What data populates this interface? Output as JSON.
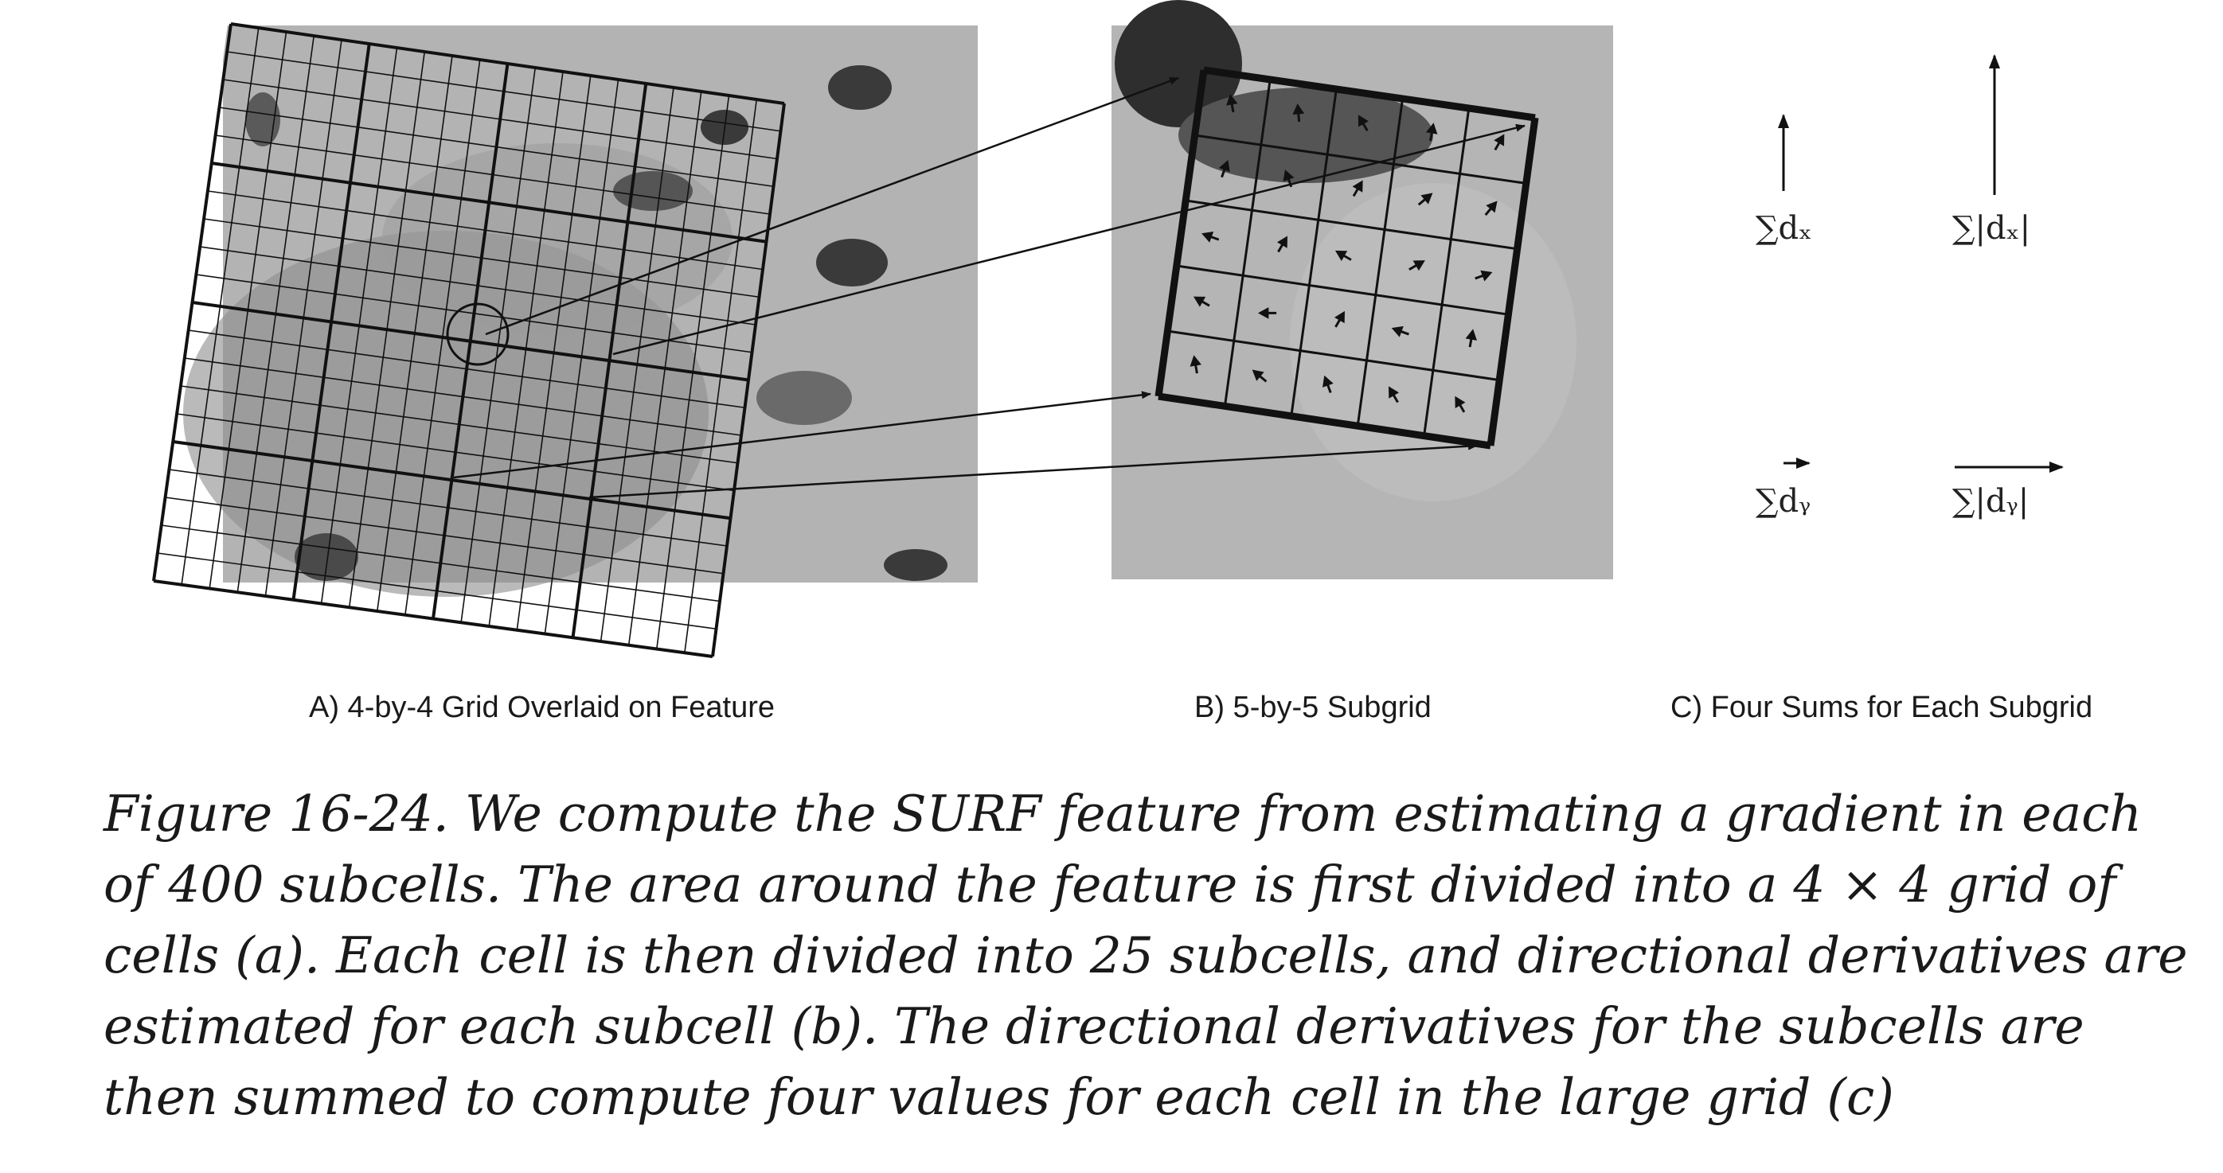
{
  "panels": {
    "a_label": "A) 4-by-4 Grid Overlaid on Feature",
    "b_label": "B) 5-by-5 Subgrid",
    "c_label": "C) Four Sums for Each Subgrid"
  },
  "sums": {
    "dx": "∑dₓ",
    "abs_dx": "∑|dₓ|",
    "dy": "∑dᵧ",
    "abs_dy": "∑|dᵧ|"
  },
  "caption": "Figure 16-24. We compute the SURF feature from estimating a gradient in each of 400 subcells. The area around the feature is first divided into a 4 × 4 grid of cells (a). Each cell is then divided into 25 subcells, and directional derivatives are estimated for each subcell (b). The directional derivatives for the subcells are then summed to compute four values for each cell in the large grid (c)",
  "colors": {
    "photo_bg": "#a9a9a9",
    "ink": "#111111"
  }
}
